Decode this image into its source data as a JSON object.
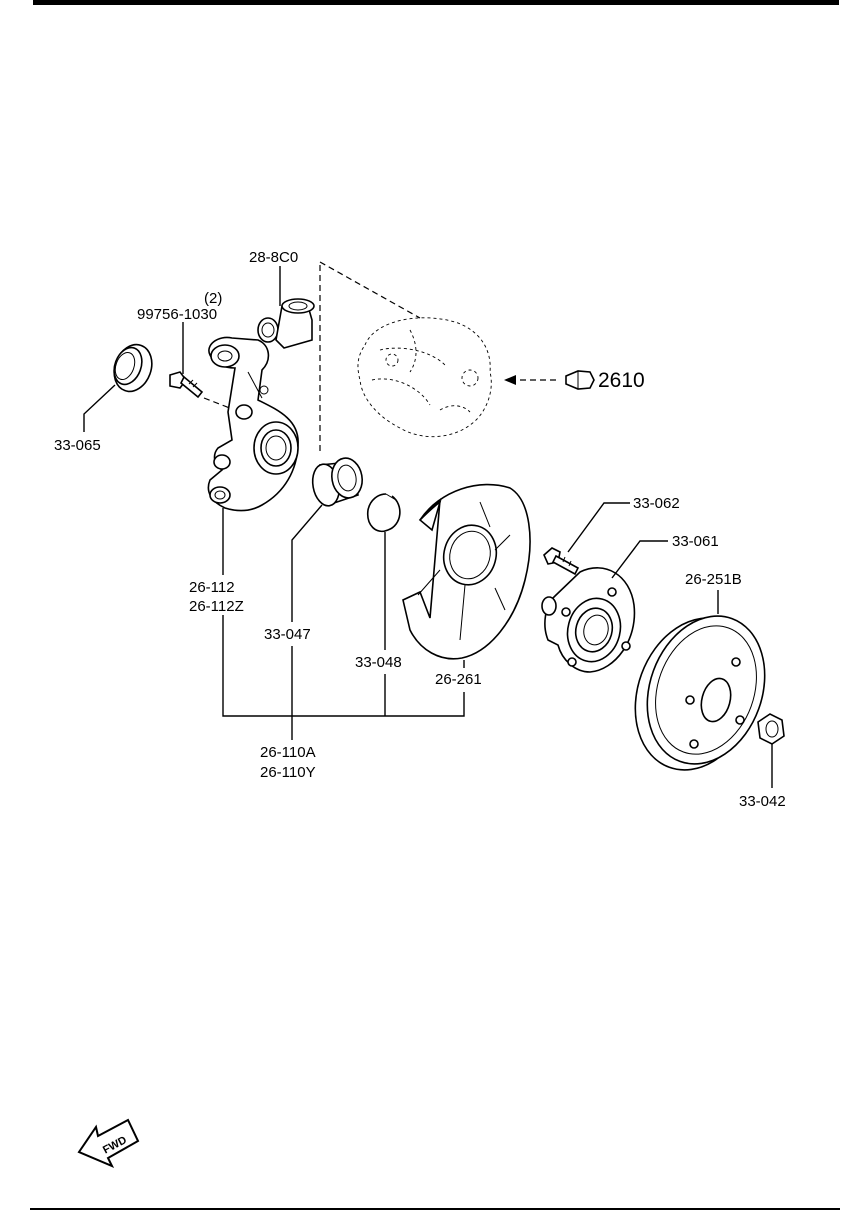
{
  "parts": {
    "knuckle_bushing": "28-8C0",
    "bolt_qty": "(2)",
    "bolt": "99756-1030",
    "dust_seal": "33-065",
    "knuckle": "26-112",
    "knuckle_alt": "26-112Z",
    "bearing": "33-047",
    "snap_ring": "33-048",
    "dust_cover": "26-261",
    "knuckle_assembly": "26-110A",
    "knuckle_assembly_alt": "26-110Y",
    "hub_bolt": "33-062",
    "wheel_hub": "33-061",
    "brake_disc": "26-251B",
    "hub_nut": "33-042",
    "caliper_ref": "2610"
  },
  "direction_marker": "FWD"
}
